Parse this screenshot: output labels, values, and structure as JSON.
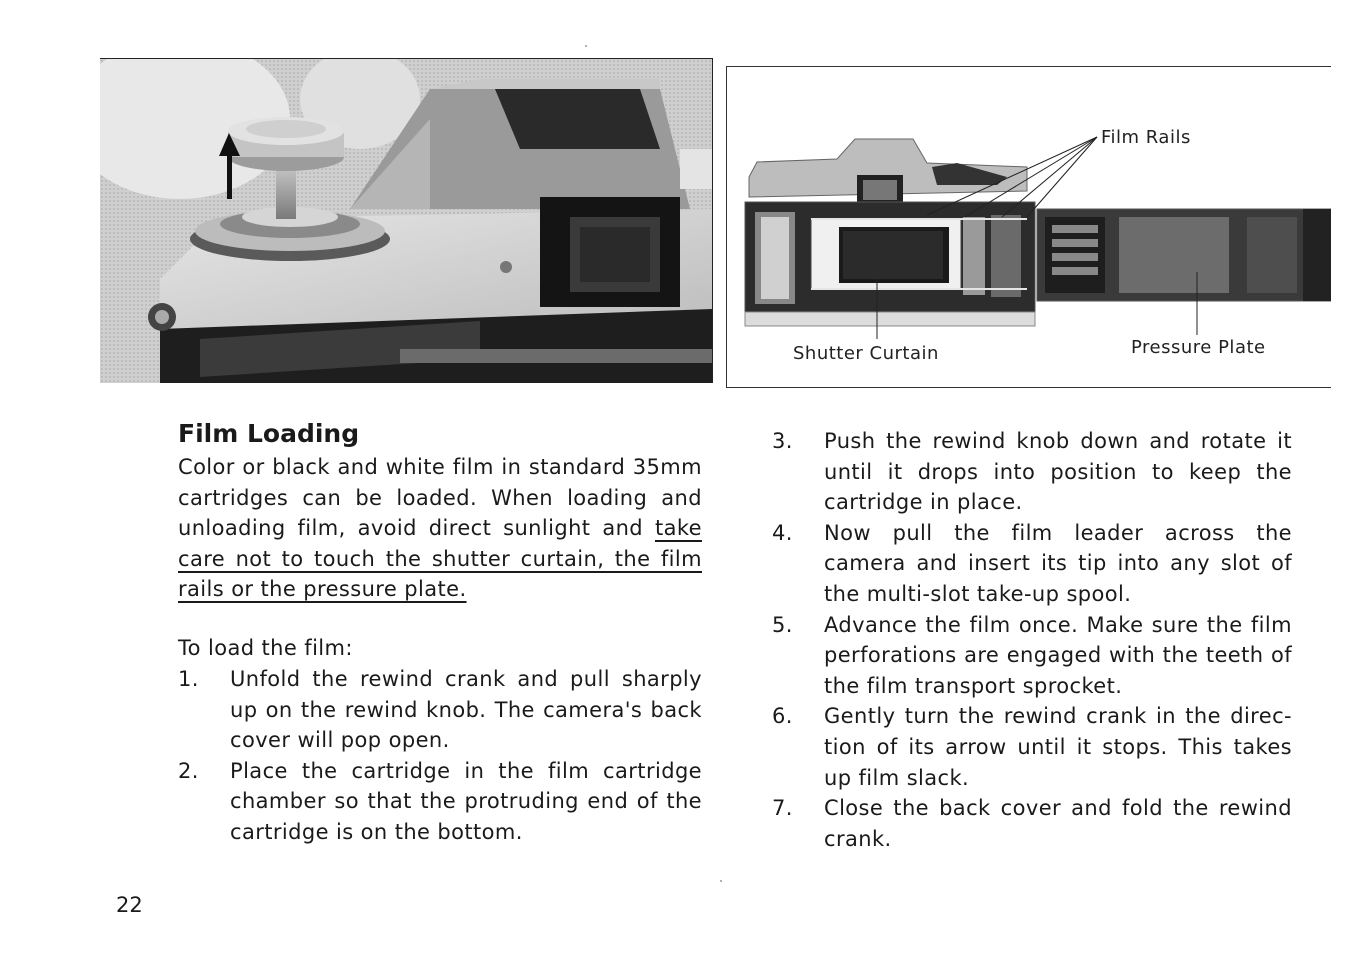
{
  "figure_left": {
    "image": "camera-top-rewind-knob-photo"
  },
  "figure_right": {
    "image": "camera-open-back-diagram",
    "labels": {
      "film_rails": "Film Rails",
      "shutter_curtain": "Shutter Curtain",
      "pressure_plate": "Pressure Plate"
    }
  },
  "section": {
    "title": "Film Loading",
    "intro_plain": "Color or black and white film in standard 35mm cartridges can be loaded. When loading and unloading film, avoid direct sunlight and",
    "intro_underlined": "take care not to touch the shutter curtain, the film rails or the pressure plate.",
    "lead": "To load the film:"
  },
  "steps_left": [
    {
      "num": "1.",
      "text": "Unfold the rewind crank and pull sharply up on the rewind knob. The camera's back cover will pop open."
    },
    {
      "num": "2.",
      "text": "Place the cartridge in the film cartridge chamber so that the protruding end of the cartridge is on the bottom."
    }
  ],
  "steps_right": [
    {
      "num": "3.",
      "text": "Push the rewind knob down and rotate it until it drops into position to keep the cartridge in place."
    },
    {
      "num": "4.",
      "text": "Now pull the film leader across the camera and insert its tip into any slot of the multi-slot take-up spool."
    },
    {
      "num": "5.",
      "text": "Advance the film once. Make sure the film perforations are engaged with the teeth of the film transport sprocket."
    },
    {
      "num": "6.",
      "text": "Gently turn the rewind crank in the direc- tion of its arrow until it stops. This takes up film slack."
    },
    {
      "num": "7.",
      "text": "Close the back cover and fold the rewind crank."
    }
  ],
  "page_number": "22",
  "colors": {
    "ink": "#1a1a1a",
    "photo_dark": "#141414",
    "photo_mid": "#8c8c8c",
    "photo_light": "#d9d9d9"
  }
}
